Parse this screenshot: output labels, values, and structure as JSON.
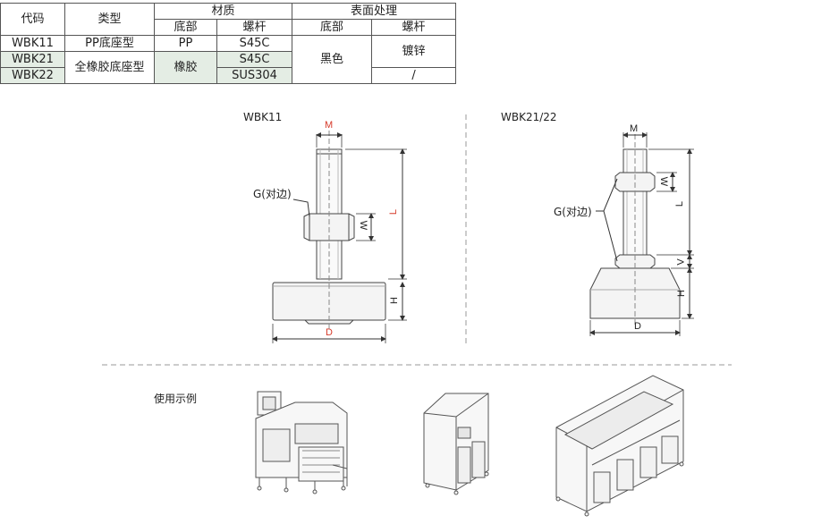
{
  "table": {
    "header": {
      "code": "代码",
      "type": "类型",
      "material": "材质",
      "surface": "表面处理",
      "material_base": "底部",
      "material_screw": "螺杆",
      "surface_base": "底部",
      "surface_screw": "螺杆"
    },
    "rows": [
      {
        "code": "WBK11",
        "type": "PP底座型",
        "base": "PP",
        "screw": "S45C"
      },
      {
        "code": "WBK21",
        "type": "全橡胶底座型",
        "base": "橡胶",
        "screw": "S45C"
      },
      {
        "code": "WBK22",
        "screw": "SUS304"
      }
    ],
    "surface_base_value": "黑色",
    "surface_screw_values": [
      "镀锌",
      "/"
    ]
  },
  "drawing1": {
    "title": "WBK11",
    "g_label": "G(对边)",
    "dims": {
      "m": "M",
      "w": "W",
      "l": "L",
      "h": "H",
      "d": "D"
    },
    "accent_color": "#d63a2a"
  },
  "drawing2": {
    "title": "WBK21/22",
    "g_label": "G(对边)",
    "dims": {
      "m": "M",
      "w": "W",
      "l": "L",
      "v": "V",
      "h": "H",
      "d": "D"
    }
  },
  "usage": {
    "label": "使用示例"
  }
}
